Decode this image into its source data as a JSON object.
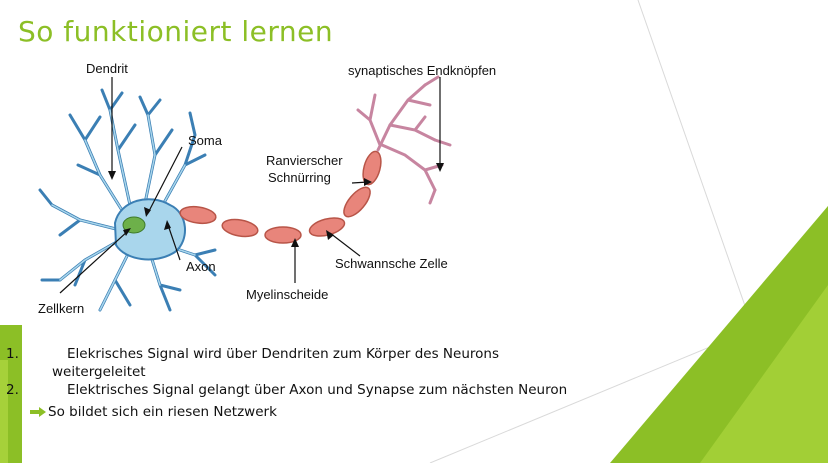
{
  "slide": {
    "title": "So funktioniert lernen"
  },
  "diagram": {
    "labels": {
      "dendrit": "Dendrit",
      "soma": "Soma",
      "axon": "Axon",
      "zellkern": "Zellkern",
      "myelinscheide": "Myelinscheide",
      "schwannsche_zelle": "Schwannsche Zelle",
      "ranvier_line1": "Ranvierscher",
      "ranvier_line2": "Schnürring",
      "endknoepfchen": "synaptisches Endknöpfen"
    }
  },
  "list": {
    "items": [
      {
        "number": "1.",
        "line1": "Elekrisches Signal wird über Dendriten zum Körper des Neurons",
        "line2": "weitergeleitet"
      },
      {
        "number": "2.",
        "line1": "Elektrisches Signal gelangt über Axon und Synapse zum nächsten Neuron"
      }
    ],
    "summary": "So bildet sich ein riesen Netzwerk"
  },
  "colors": {
    "accent": "#8cbf26",
    "cell_body": "#a9d6ec",
    "cell_outline": "#3b7fb4",
    "nucleus": "#6db04a",
    "myelin": "#e8857b",
    "terminal": "#c785a0"
  }
}
